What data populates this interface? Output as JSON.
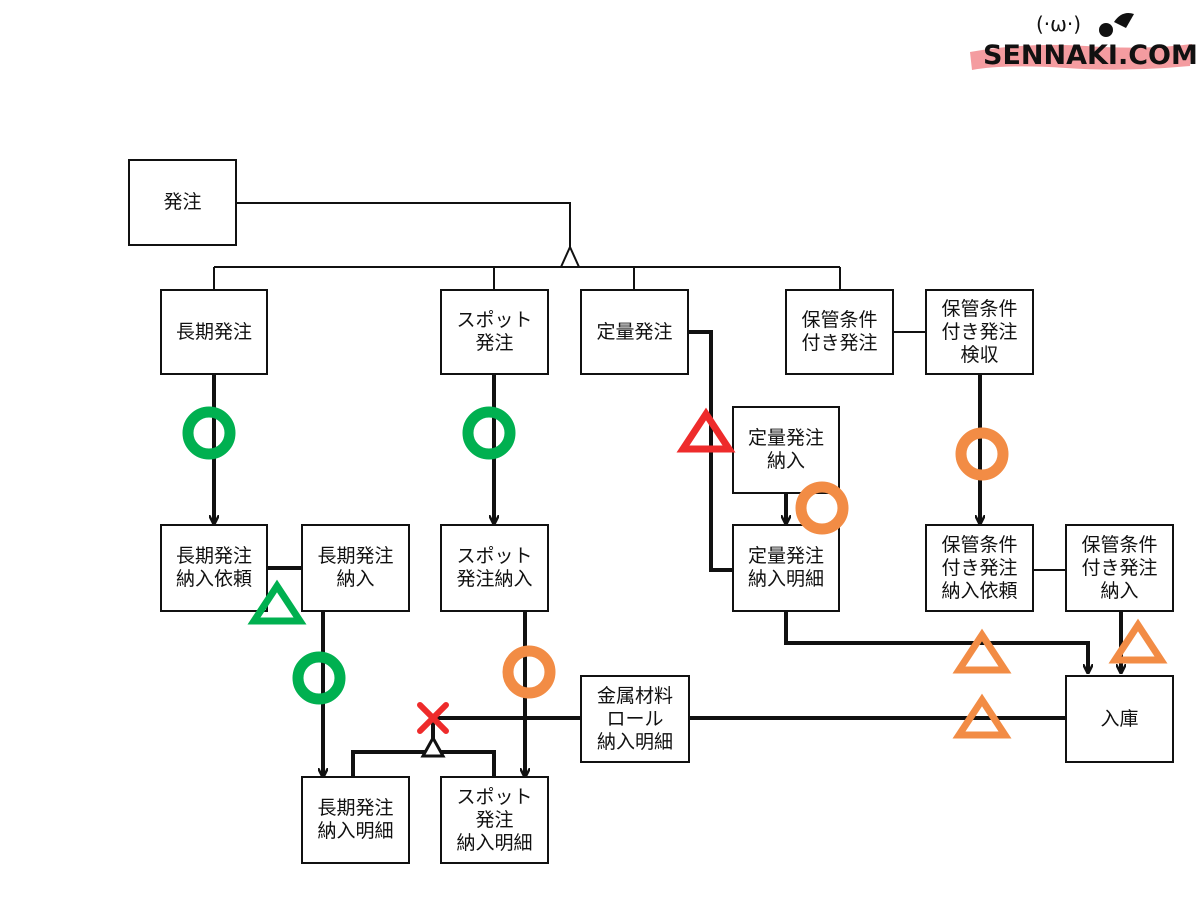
{
  "brand": {
    "logo_text": "SENNAKI.COM",
    "logo_face": "(·ω·)"
  },
  "entities": {
    "hacchu": "発注",
    "choki": "長期発注",
    "spot": "スポット\n発注",
    "teiryo": "定量発注",
    "hokan": "保管条件\n付き発注",
    "hokan_kenshu": "保管条件\n付き発注\n検収",
    "teiryo_nonyu": "定量発注\n納入",
    "choki_irai": "長期発注\n納入依頼",
    "choki_nonyu": "長期発注\n納入",
    "spot_nonyu": "スポット\n発注納入",
    "teiryo_meisai": "定量発注\n納入明細",
    "hokan_irai": "保管条件\n付き発注\n納入依頼",
    "hokan_nonyu": "保管条件\n付き発注\n納入",
    "kinzoku": "金属材料\nロール\n納入明細",
    "nyuko": "入庫",
    "choki_meisai": "長期発注\n納入明細",
    "spot_meisai": "スポット\n発注\n納入明細"
  },
  "colors": {
    "good": "#00b050",
    "warn": "#f28c45",
    "bad": "#ee2b2b",
    "line": "#111111"
  },
  "markers": [
    {
      "name": "good-circle-choki",
      "shape": "circle",
      "status": "good"
    },
    {
      "name": "good-circle-spot",
      "shape": "circle",
      "status": "good"
    },
    {
      "name": "bad-triangle-teiryo",
      "shape": "triangle",
      "status": "bad"
    },
    {
      "name": "warn-circle-hokan-kenshu",
      "shape": "circle",
      "status": "warn"
    },
    {
      "name": "warn-circle-teiryo-nonyu",
      "shape": "circle",
      "status": "warn"
    },
    {
      "name": "good-triangle-choki-link",
      "shape": "triangle",
      "status": "good"
    },
    {
      "name": "good-circle-choki-nonyu",
      "shape": "circle",
      "status": "good"
    },
    {
      "name": "warn-circle-spot-nonyu",
      "shape": "circle",
      "status": "warn"
    },
    {
      "name": "bad-cross-meisai",
      "shape": "cross",
      "status": "bad"
    },
    {
      "name": "warn-triangle-teiryo-meisai",
      "shape": "triangle",
      "status": "warn"
    },
    {
      "name": "warn-triangle-hokan-nonyu",
      "shape": "triangle",
      "status": "warn"
    },
    {
      "name": "warn-triangle-kinzoku",
      "shape": "triangle",
      "status": "warn"
    }
  ]
}
